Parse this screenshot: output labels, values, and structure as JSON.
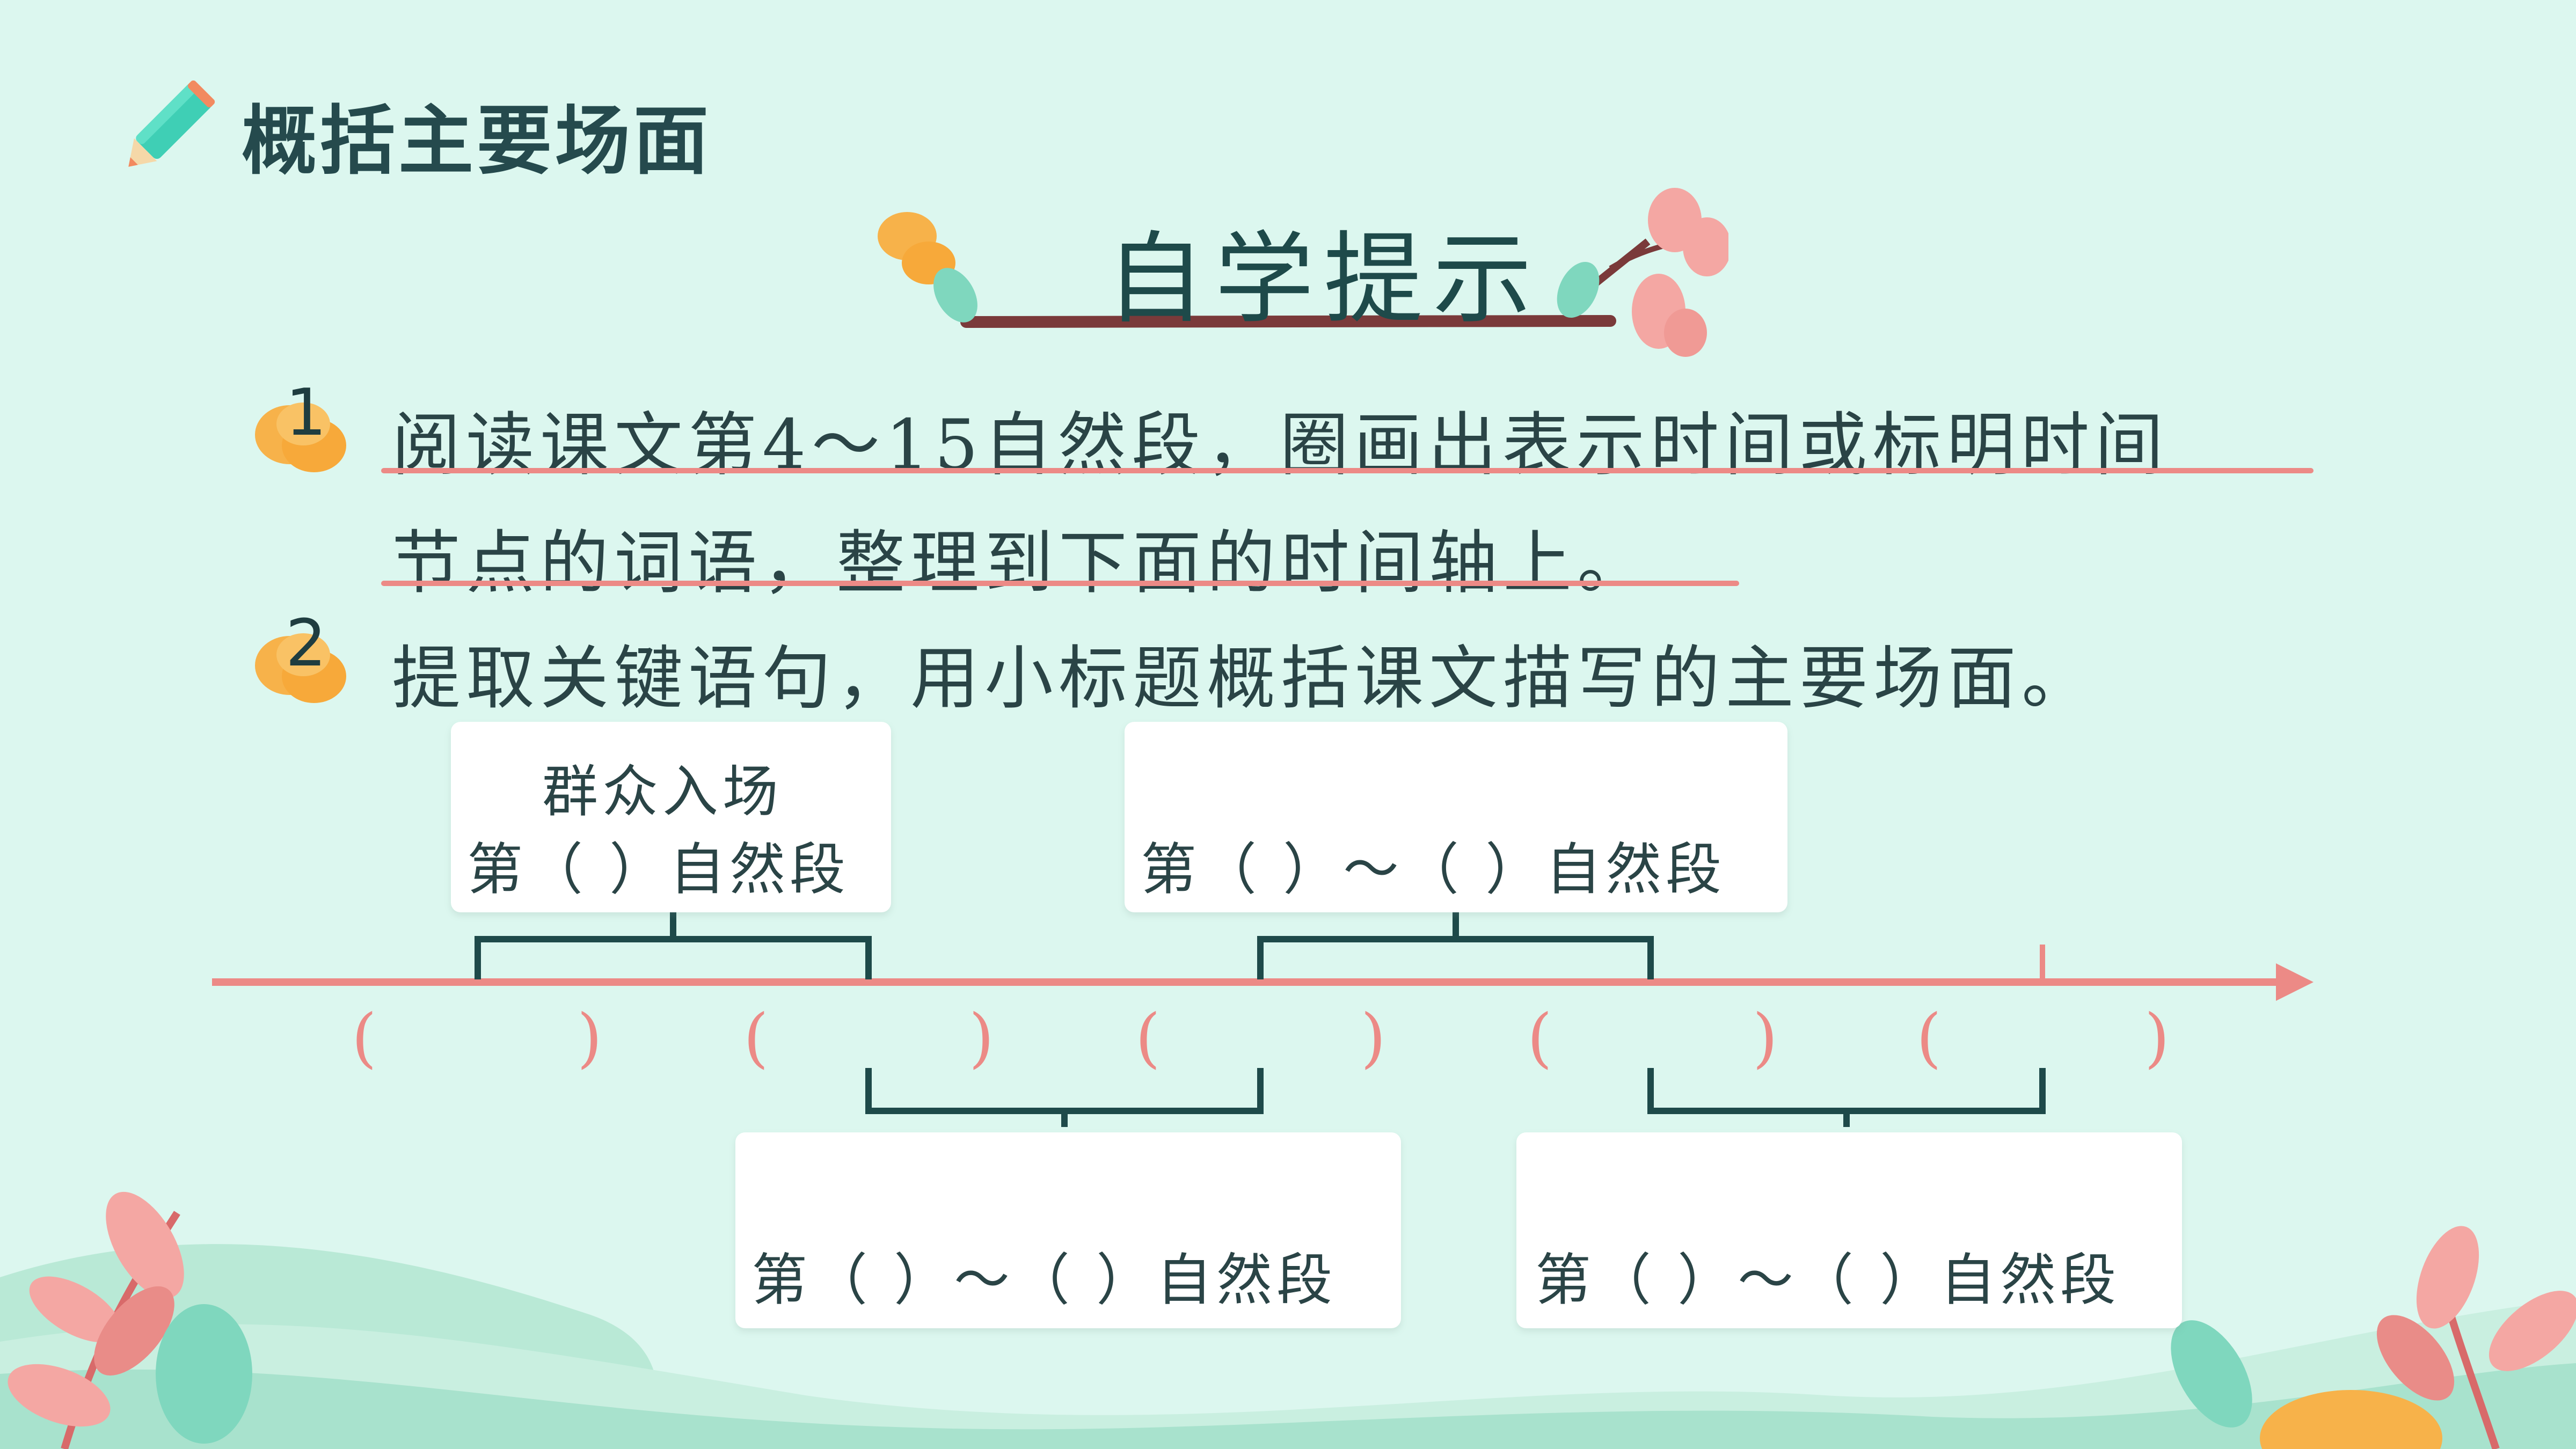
{
  "header": {
    "section_title": "概括主要场面",
    "hint_title": "自学提示"
  },
  "instructions": [
    {
      "number": "1",
      "line1": "阅读课文第4～15自然段，圈画出表示时间或标明时间",
      "line2": "节点的词语，整理到下面的时间轴上。"
    },
    {
      "number": "2",
      "line1": "提取关键语句，用小标题概括课文描写的主要场面。"
    }
  ],
  "timeline": {
    "top_boxes": [
      {
        "title": "群众入场",
        "range": "第（  ）自然段"
      },
      {
        "title": "",
        "range": "第（  ）～（  ）自然段"
      }
    ],
    "bottom_boxes": [
      {
        "range": "第（  ）～（  ）自然段"
      },
      {
        "range": "第（  ）～（  ）自然段"
      }
    ],
    "time_blanks": [
      {
        "open": "(",
        "close": ")"
      },
      {
        "open": "(",
        "close": ")"
      },
      {
        "open": "(",
        "close": ")"
      },
      {
        "open": "(",
        "close": ")"
      },
      {
        "open": "(",
        "close": ")"
      }
    ]
  },
  "colors": {
    "background": "#dcf7ef",
    "axis": "#ec8a86",
    "bracket": "#1e4a4a",
    "text": "#2a4446",
    "pencil": "#3fcfb5",
    "leaf_orange": "#f7b24a",
    "leaf_pink": "#f4a7a3"
  },
  "icons": [
    "pencil-icon",
    "number-leaf-icon",
    "branch-decoration"
  ]
}
